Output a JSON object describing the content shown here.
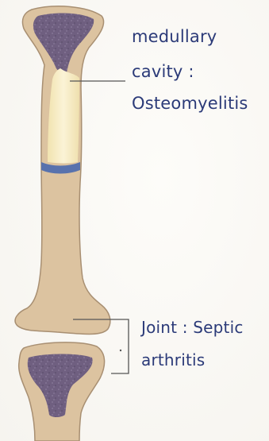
{
  "labels": {
    "medullary": "medullary",
    "cavity": "cavity :",
    "osteomyelitis": "Osteomyelitis",
    "joint": "Joint : Septic",
    "arthritis": "arthritis"
  },
  "colors": {
    "bone": "#dcc3a0",
    "bone_outline": "#a88f72",
    "marrow": "#6f5f80",
    "infection": "#f7ecc4",
    "growth_plate": "#5872ad",
    "line": "#555555",
    "text": "#2b3a78"
  }
}
